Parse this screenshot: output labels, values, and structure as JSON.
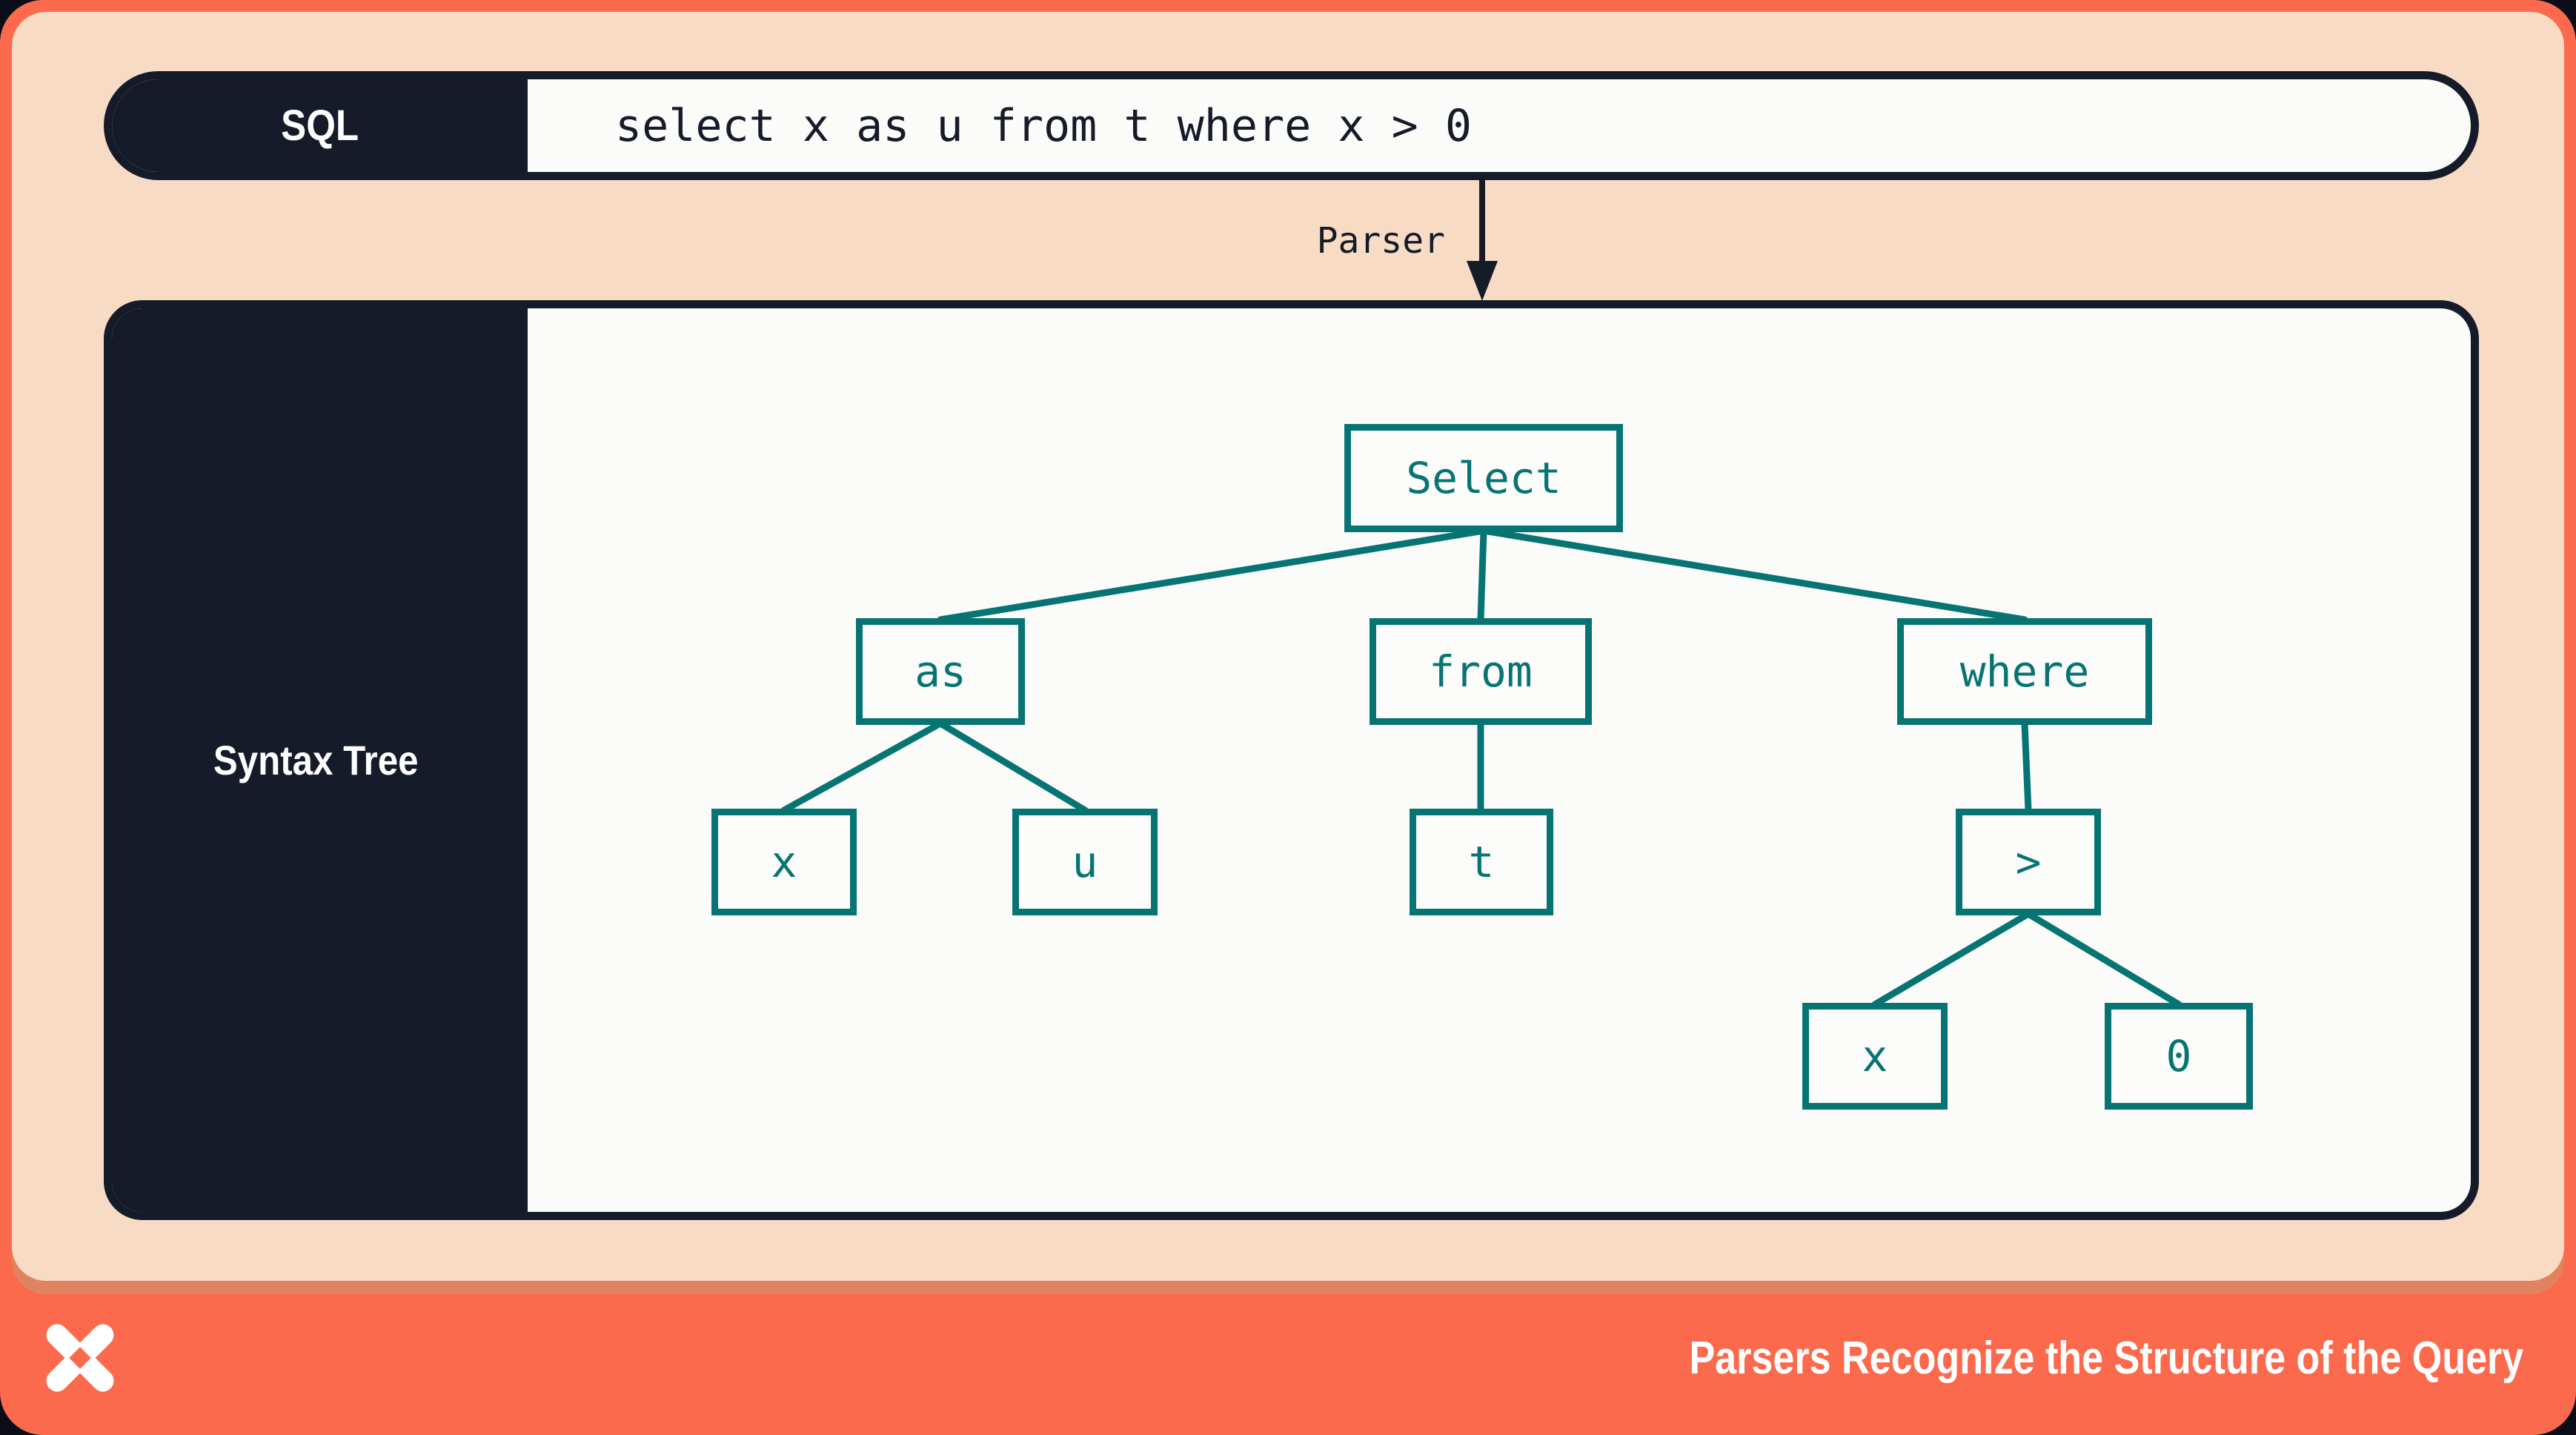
{
  "colors": {
    "background": "#0b0e18",
    "accent_orange": "#fb6a4d",
    "accent_orange_shadow": "#e2835f",
    "peach": "#f8dbc5",
    "navy": "#151b29",
    "teal": "#077474",
    "paper_white": "#fbfbfa"
  },
  "sql_bar": {
    "label": "SQL",
    "query": "select x as u from t where x > 0"
  },
  "parser": {
    "label": "Parser"
  },
  "syntax_tree": {
    "label": "Syntax Tree",
    "nodes": {
      "select": "Select",
      "as": "as",
      "from": "from",
      "where": "where",
      "x_alias": "x",
      "u": "u",
      "t": "t",
      "gt": ">",
      "x_cond": "x",
      "zero": "0"
    }
  },
  "footer": {
    "title": "Parsers Recognize the Structure of the Query",
    "logo": "four-point-star"
  }
}
